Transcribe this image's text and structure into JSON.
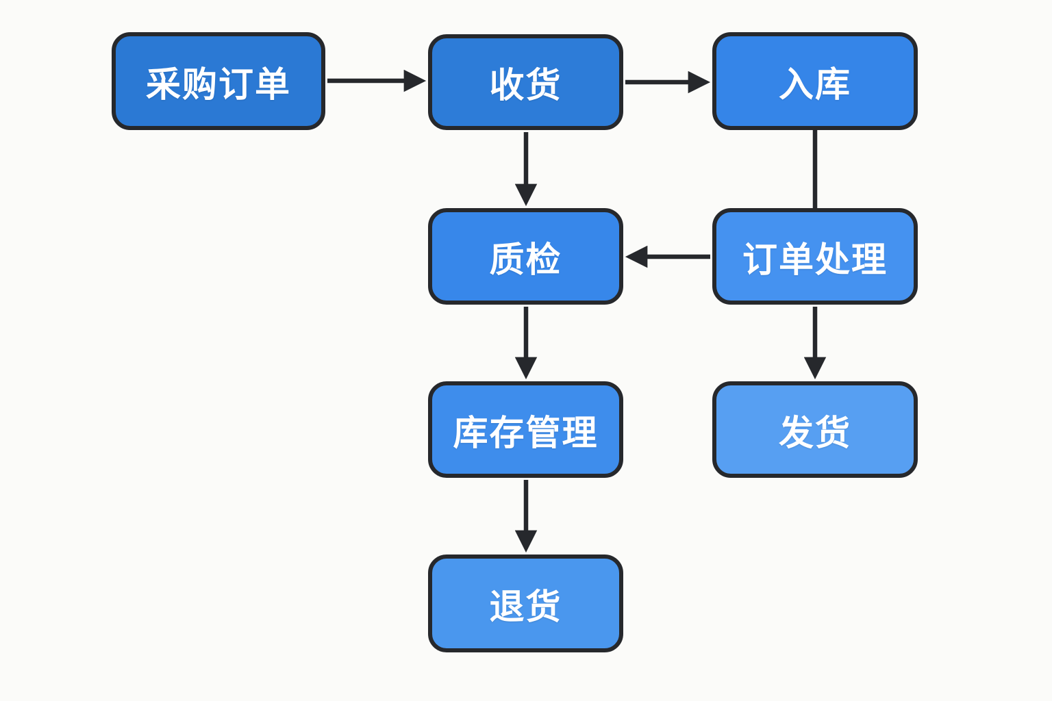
{
  "diagram": {
    "background": "#fbfbf9",
    "line_color": "#26282c",
    "text_color": "#ffffff",
    "nodes": [
      {
        "id": "purchase-order",
        "label": "采购订单",
        "fill": "#2b79d4"
      },
      {
        "id": "receiving",
        "label": "收货",
        "fill": "#2d7cd8"
      },
      {
        "id": "warehousing",
        "label": "入库",
        "fill": "#3585e8"
      },
      {
        "id": "quality-check",
        "label": "质检",
        "fill": "#3787ea"
      },
      {
        "id": "order-processing",
        "label": "订单处理",
        "fill": "#4592f0"
      },
      {
        "id": "inventory-management",
        "label": "库存管理",
        "fill": "#3e8dec"
      },
      {
        "id": "shipping",
        "label": "发货",
        "fill": "#579ff2"
      },
      {
        "id": "returns",
        "label": "退货",
        "fill": "#4a97ee"
      }
    ],
    "edges": [
      {
        "from": "purchase-order",
        "to": "receiving",
        "arrow": true
      },
      {
        "from": "receiving",
        "to": "warehousing",
        "arrow": true
      },
      {
        "from": "receiving",
        "to": "quality-check",
        "arrow": true
      },
      {
        "from": "warehousing",
        "to": "order-processing",
        "arrow": false
      },
      {
        "from": "order-processing",
        "to": "quality-check",
        "arrow": true
      },
      {
        "from": "quality-check",
        "to": "inventory-management",
        "arrow": true
      },
      {
        "from": "order-processing",
        "to": "shipping",
        "arrow": true
      },
      {
        "from": "inventory-management",
        "to": "returns",
        "arrow": true
      }
    ]
  }
}
